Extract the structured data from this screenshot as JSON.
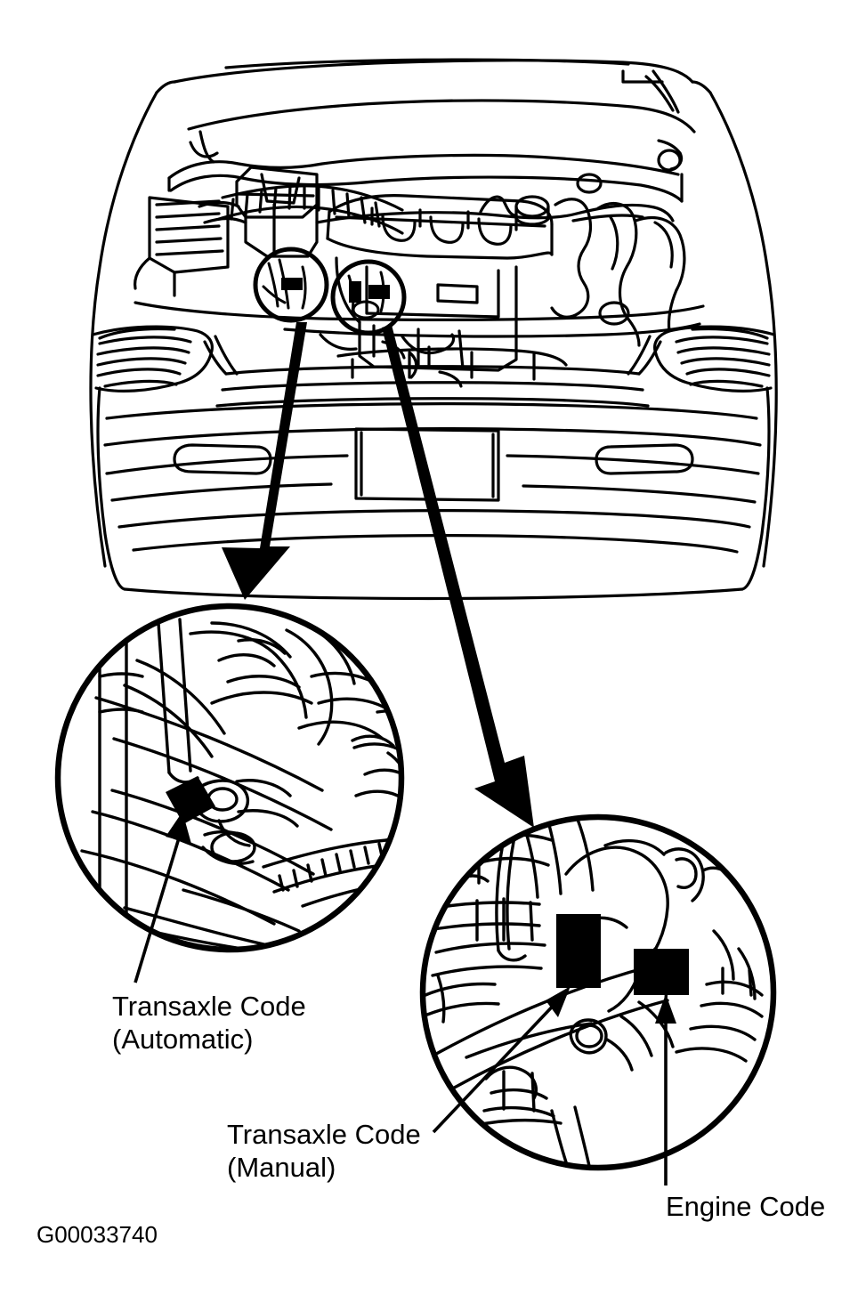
{
  "figure": {
    "id": "G00033740",
    "type": "automotive-service-line-drawing",
    "subject": "Engine compartment identification code locations",
    "background_color": "#ffffff",
    "line_color": "#000000",
    "marker_color": "#000000"
  },
  "labels": [
    {
      "name": "transaxle-code-automatic",
      "line1": "Transaxle Code",
      "line2": "(Automatic)",
      "text": "Transaxle Code\n(Automatic)"
    },
    {
      "name": "transaxle-code-manual",
      "line1": "Transaxle Code",
      "line2": "(Manual)",
      "text": "Transaxle Code\n(Manual)"
    },
    {
      "name": "engine-code",
      "line1": "Engine Code",
      "text": "Engine Code"
    }
  ],
  "callouts": {
    "detail_left": {
      "name": "detail-circle-transaxle-automatic",
      "markers": 1
    },
    "detail_right": {
      "name": "detail-circle-transaxle-manual-and-engine",
      "markers": 2
    },
    "overview_circle_left": {
      "name": "overview-circle-left",
      "markers": 1
    },
    "overview_circle_right": {
      "name": "overview-circle-right",
      "markers": 2
    }
  }
}
